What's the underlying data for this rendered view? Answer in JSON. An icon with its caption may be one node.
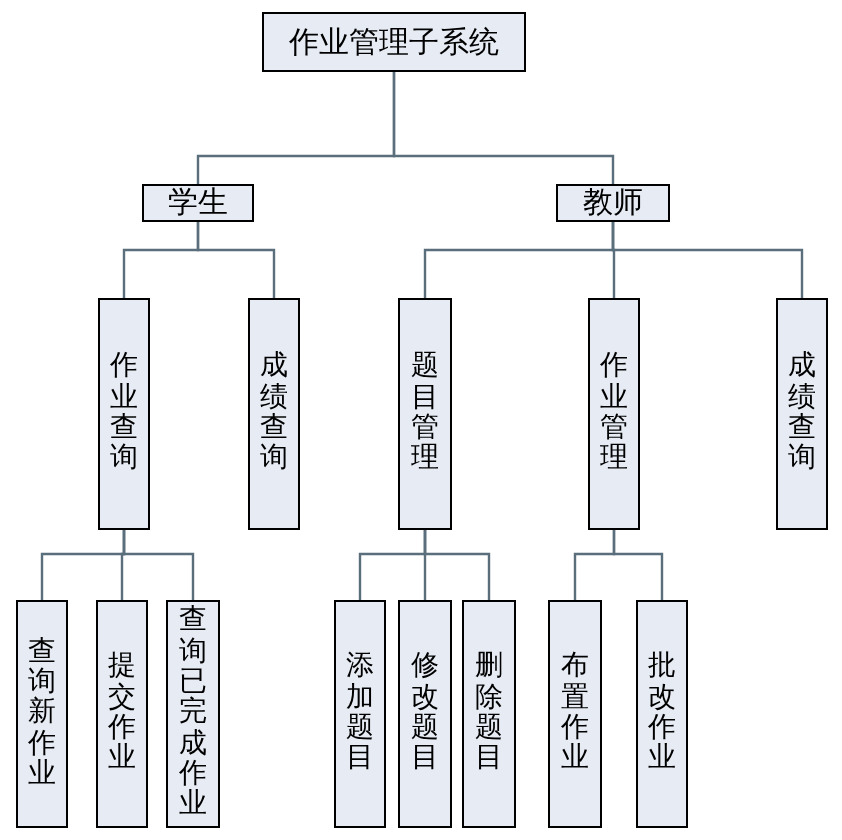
{
  "diagram": {
    "nodes": [
      {
        "text": [
          "作业管理子系统"
        ]
      },
      {
        "text": [
          "学生"
        ]
      },
      {
        "text": [
          "教师"
        ]
      },
      {
        "text": [
          "作业查询"
        ]
      },
      {
        "text": [
          "成绩查询"
        ]
      },
      {
        "text": [
          "题目管理"
        ]
      },
      {
        "text": [
          "作业管理"
        ]
      },
      {
        "text": [
          "成绩查询"
        ]
      },
      {
        "text": [
          "查询新作业"
        ]
      },
      {
        "text": [
          "提交作业"
        ]
      },
      {
        "text": [
          "查询已完成作业"
        ]
      },
      {
        "text": [
          "添加题目"
        ]
      },
      {
        "text": [
          "修改题目"
        ]
      },
      {
        "text": [
          "删除题目"
        ]
      },
      {
        "text": [
          "布置作业"
        ]
      },
      {
        "text": [
          "批改作业"
        ]
      }
    ],
    "edges": [
      {
        "from": 0,
        "to": 1,
        "arrow": "none"
      },
      {
        "from": 0,
        "to": 2,
        "arrow": "none"
      },
      {
        "from": 1,
        "to": 3,
        "arrow": "none"
      },
      {
        "from": 1,
        "to": 4,
        "arrow": "none"
      },
      {
        "from": 2,
        "to": 5,
        "arrow": "none"
      },
      {
        "from": 2,
        "to": 6,
        "arrow": "none"
      },
      {
        "from": 2,
        "to": 7,
        "arrow": "none"
      },
      {
        "from": 3,
        "to": 8,
        "arrow": "none"
      },
      {
        "from": 3,
        "to": 9,
        "arrow": "none"
      },
      {
        "from": 3,
        "to": 10,
        "arrow": "none"
      },
      {
        "from": 5,
        "to": 11,
        "arrow": "none"
      },
      {
        "from": 5,
        "to": 12,
        "arrow": "none"
      },
      {
        "from": 5,
        "to": 13,
        "arrow": "none"
      },
      {
        "from": 6,
        "to": 14,
        "arrow": "none"
      },
      {
        "from": 6,
        "to": 15,
        "arrow": "none"
      }
    ]
  }
}
